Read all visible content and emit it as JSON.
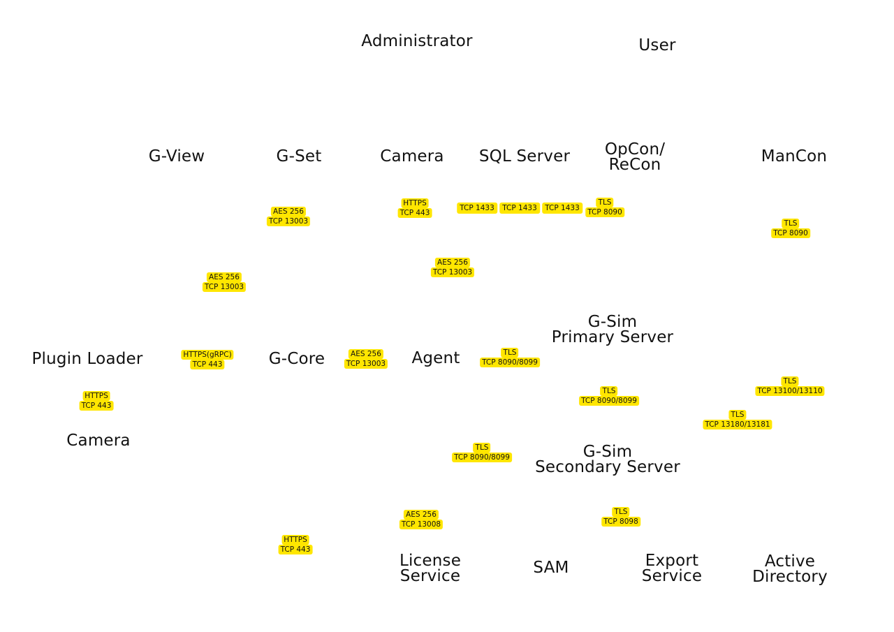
{
  "diagram": {
    "accent_color": "#FFE600",
    "nodes": [
      {
        "id": "administrator",
        "lines": [
          "Administrator"
        ]
      },
      {
        "id": "user",
        "lines": [
          "User"
        ]
      },
      {
        "id": "g-view",
        "lines": [
          "G-View"
        ]
      },
      {
        "id": "g-set",
        "lines": [
          "G-Set"
        ]
      },
      {
        "id": "camera-top",
        "lines": [
          "Camera"
        ]
      },
      {
        "id": "sql-server",
        "lines": [
          "SQL Server"
        ]
      },
      {
        "id": "opcon-recon",
        "lines": [
          "OpCon/",
          "ReCon"
        ]
      },
      {
        "id": "mancon",
        "lines": [
          "ManCon"
        ]
      },
      {
        "id": "g-sim-primary",
        "lines": [
          "G-Sim",
          "Primary Server"
        ]
      },
      {
        "id": "plugin-loader",
        "lines": [
          "Plugin Loader"
        ]
      },
      {
        "id": "g-core",
        "lines": [
          "G-Core"
        ]
      },
      {
        "id": "agent",
        "lines": [
          "Agent"
        ]
      },
      {
        "id": "camera-left",
        "lines": [
          "Camera"
        ]
      },
      {
        "id": "g-sim-secondary",
        "lines": [
          "G-Sim",
          "Secondary Server"
        ]
      },
      {
        "id": "license-service",
        "lines": [
          "License",
          "Service"
        ]
      },
      {
        "id": "sam",
        "lines": [
          "SAM"
        ]
      },
      {
        "id": "export-service",
        "lines": [
          "Export",
          "Service"
        ]
      },
      {
        "id": "active-directory",
        "lines": [
          "Active",
          "Directory"
        ]
      }
    ],
    "connections": [
      {
        "lines": [
          "AES 256",
          "TCP 13003"
        ]
      },
      {
        "lines": [
          "HTTPS",
          "TCP 443"
        ]
      },
      {
        "lines": [
          "TCP 1433"
        ]
      },
      {
        "lines": [
          "TCP 1433"
        ]
      },
      {
        "lines": [
          "TCP 1433"
        ]
      },
      {
        "lines": [
          "TLS",
          "TCP 8090"
        ]
      },
      {
        "lines": [
          "TLS",
          "TCP 8090"
        ]
      },
      {
        "lines": [
          "AES 256",
          "TCP 13003"
        ]
      },
      {
        "lines": [
          "AES 256",
          "TCP 13003"
        ]
      },
      {
        "lines": [
          "HTTPS(gRPC)",
          "TCP 443"
        ]
      },
      {
        "lines": [
          "AES 256",
          "TCP 13003"
        ]
      },
      {
        "lines": [
          "TLS",
          "TCP 8090/8099"
        ]
      },
      {
        "lines": [
          "HTTPS",
          "TCP 443"
        ]
      },
      {
        "lines": [
          "TLS",
          "TCP 8090/8099"
        ]
      },
      {
        "lines": [
          "TLS",
          "TCP 13100/13110"
        ]
      },
      {
        "lines": [
          "TLS",
          "TCP 13180/13181"
        ]
      },
      {
        "lines": [
          "TLS",
          "TCP 8090/8099"
        ]
      },
      {
        "lines": [
          "AES 256",
          "TCP 13008"
        ]
      },
      {
        "lines": [
          "TLS",
          "TCP 8098"
        ]
      },
      {
        "lines": [
          "HTTPS",
          "TCP 443"
        ]
      }
    ]
  }
}
